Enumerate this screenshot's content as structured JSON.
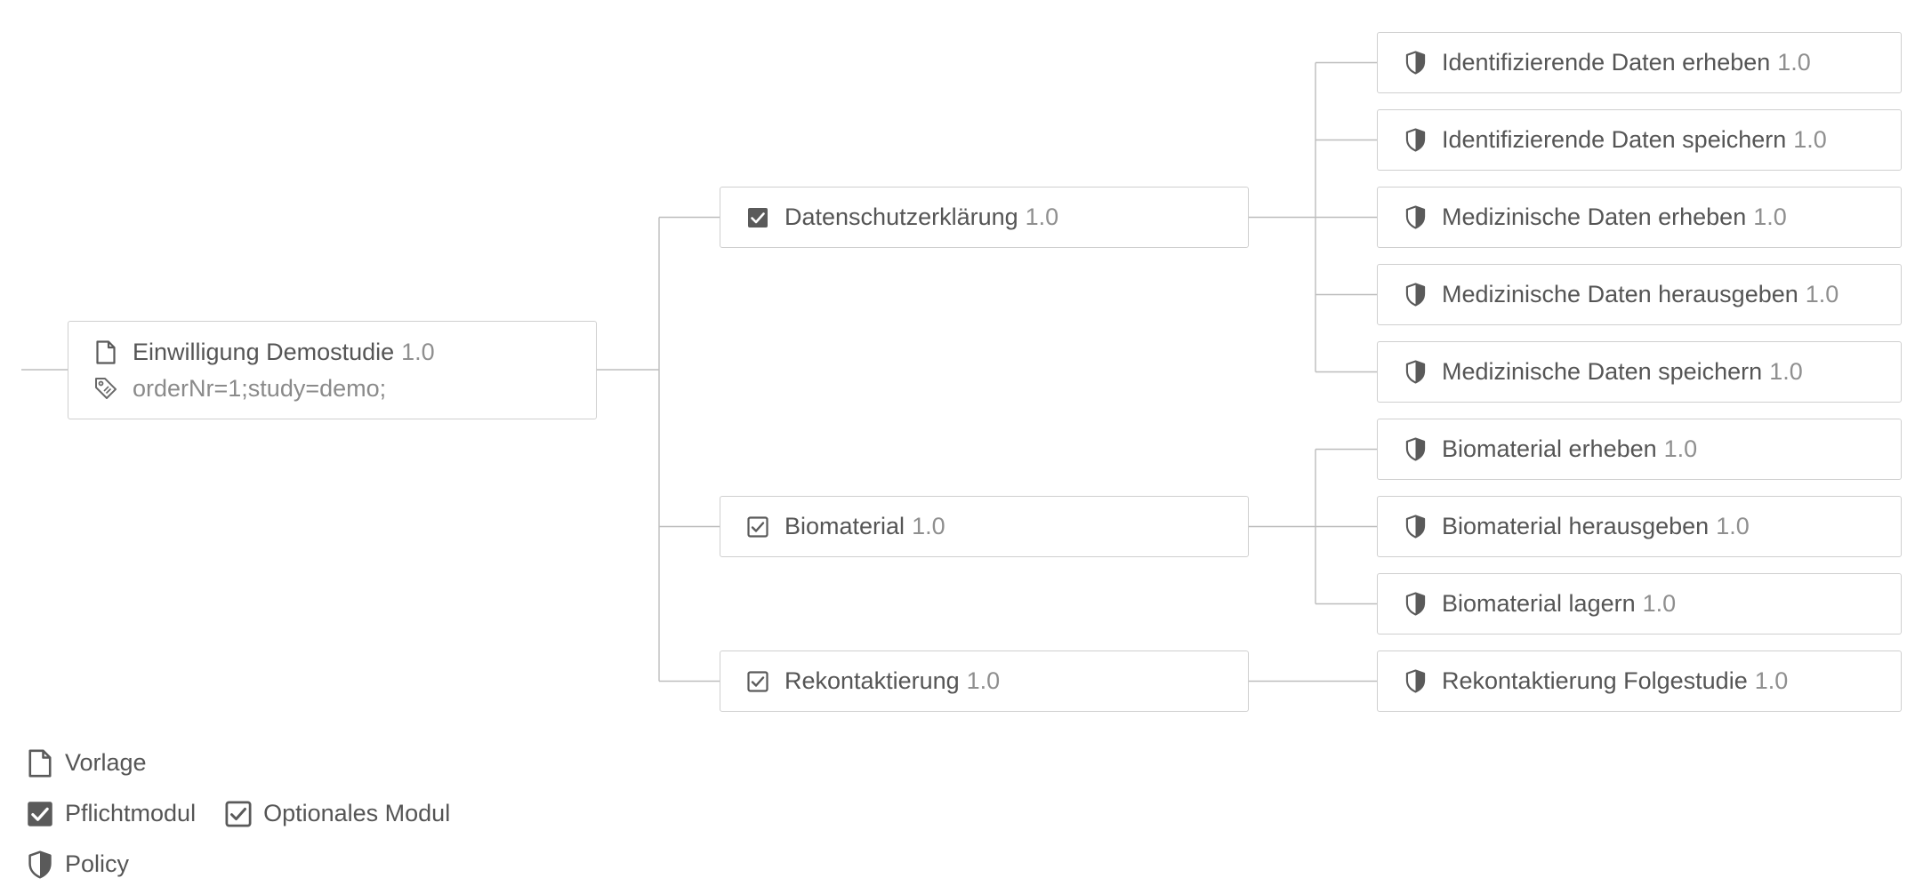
{
  "root": {
    "label": "Einwilligung Demostudie",
    "version": "1.0",
    "tags": "orderNr=1;study=demo;"
  },
  "modules": [
    {
      "label": "Datenschutzerklärung",
      "version": "1.0",
      "kind": "mandatory",
      "policies": [
        {
          "label": "Identifizierende Daten erheben",
          "version": "1.0"
        },
        {
          "label": "Identifizierende Daten speichern",
          "version": "1.0"
        },
        {
          "label": "Medizinische Daten erheben",
          "version": "1.0"
        },
        {
          "label": "Medizinische Daten herausgeben",
          "version": "1.0"
        },
        {
          "label": "Medizinische Daten speichern",
          "version": "1.0"
        }
      ]
    },
    {
      "label": "Biomaterial",
      "version": "1.0",
      "kind": "optional",
      "policies": [
        {
          "label": "Biomaterial erheben",
          "version": "1.0"
        },
        {
          "label": "Biomaterial herausgeben",
          "version": "1.0"
        },
        {
          "label": "Biomaterial lagern",
          "version": "1.0"
        }
      ]
    },
    {
      "label": "Rekontaktierung",
      "version": "1.0",
      "kind": "optional",
      "policies": [
        {
          "label": "Rekontaktierung Folgestudie",
          "version": "1.0"
        }
      ]
    }
  ],
  "legend": {
    "template": "Vorlage",
    "mandatory": "Pflichtmodul",
    "optional": "Optionales Modul",
    "policy": "Policy"
  },
  "icons": {
    "template": "document-icon",
    "tags": "tag-icon",
    "mandatory": "checkbox-filled-icon",
    "optional": "checkbox-outline-icon",
    "policy": "shield-icon"
  },
  "colors": {
    "border": "#cfcfcf",
    "connector": "#bdbdbd",
    "icon": "#5a5a5a",
    "text": "#555555",
    "version": "#8f8f8f"
  }
}
